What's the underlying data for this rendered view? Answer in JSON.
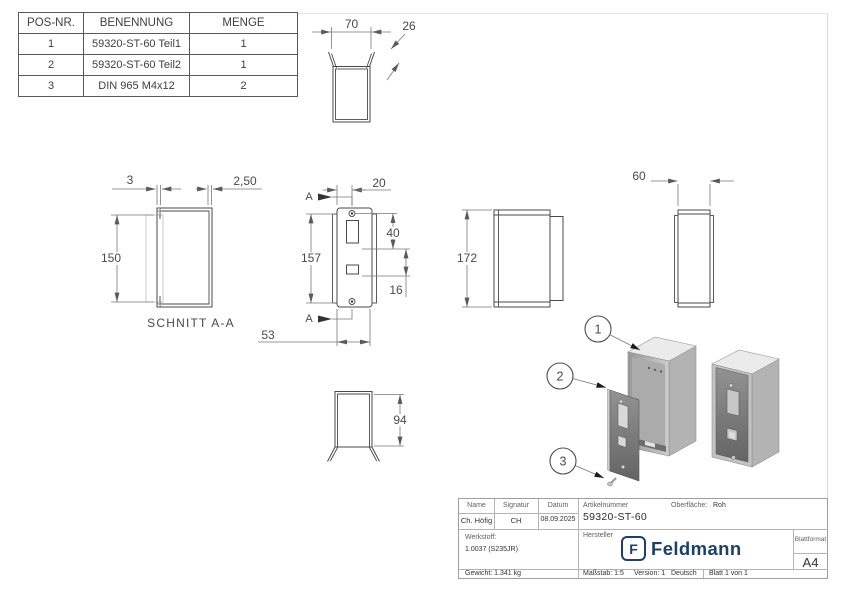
{
  "drawing": {
    "parts_table": {
      "headers": {
        "pos": "POS-NR.",
        "benennung": "BENENNUNG",
        "menge": "MENGE"
      },
      "rows": [
        {
          "pos": "1",
          "benennung": "59320-ST-60 Teil1",
          "menge": "1"
        },
        {
          "pos": "2",
          "benennung": "59320-ST-60 Teil2",
          "menge": "1"
        },
        {
          "pos": "3",
          "benennung": "DIN 965 M4x12",
          "menge": "2"
        }
      ]
    },
    "dimensions": {
      "top_width": "70",
      "top_flange": "26",
      "section_wall_left": "3",
      "section_wall_right": "2,50",
      "section_height": "150",
      "front_hole_offset": "20",
      "front_upper": "40",
      "front_height": "157",
      "front_lower": "16",
      "front_width": "53",
      "side_height": "172",
      "rear_width": "60",
      "part2_height": "94"
    },
    "labels": {
      "section_title": "SCHNITT A-A",
      "section_mark": "A"
    },
    "balloons": {
      "b1": "1",
      "b2": "2",
      "b3": "3"
    }
  },
  "title_block": {
    "name_label": "Name",
    "signature_label": "Signatur",
    "date_label": "Datum",
    "name_value": "Ch. Höfig",
    "signature_value": "CH",
    "date_value": "08.09.2025",
    "material_label": "Werkstoff:",
    "material_value": "1.0037 (S235JR)",
    "weight": "Gewicht: 1.341 kg",
    "article_label": "Artikelnummer",
    "article_value": "59320-ST-60",
    "surface_label": "Oberfläche:",
    "surface_value": "Roh",
    "manufacturer_label": "Hersteller",
    "logo_monogram": "F",
    "logo_text": "Feldmann",
    "format_label": "Blattformat",
    "format_value": "A4",
    "scale": "Maßstab: 1:5",
    "version": "Version: 1",
    "language": "Deutsch",
    "sheet": "Blatt 1 von 1"
  },
  "colors": {
    "logo_blue": "#1f4066",
    "line_dark": "#4a4a4a",
    "line_dim": "#787878"
  }
}
